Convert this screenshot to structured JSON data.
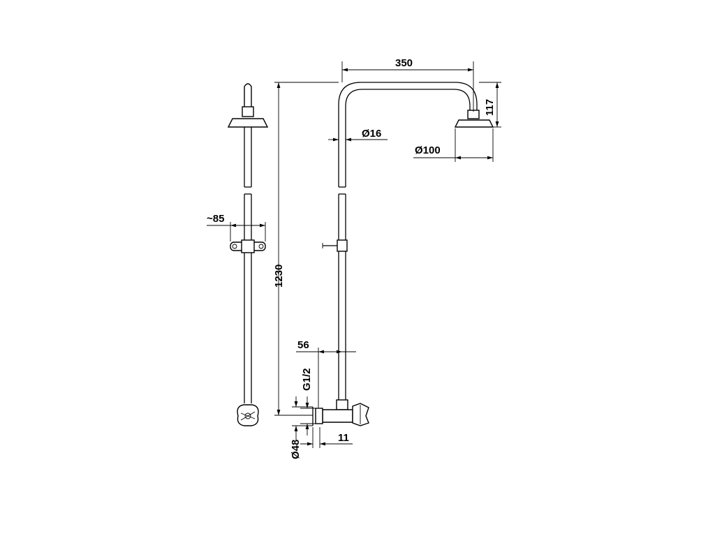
{
  "dimensions": {
    "arm_length": "350",
    "head_drop": "117",
    "pipe_diameter": "Ø16",
    "head_diameter": "Ø100",
    "bracket_width": "~85",
    "total_height": "1230",
    "offset": "56",
    "thread": "G1/2",
    "flange_diameter": "Ø48",
    "flange_depth": "11"
  }
}
